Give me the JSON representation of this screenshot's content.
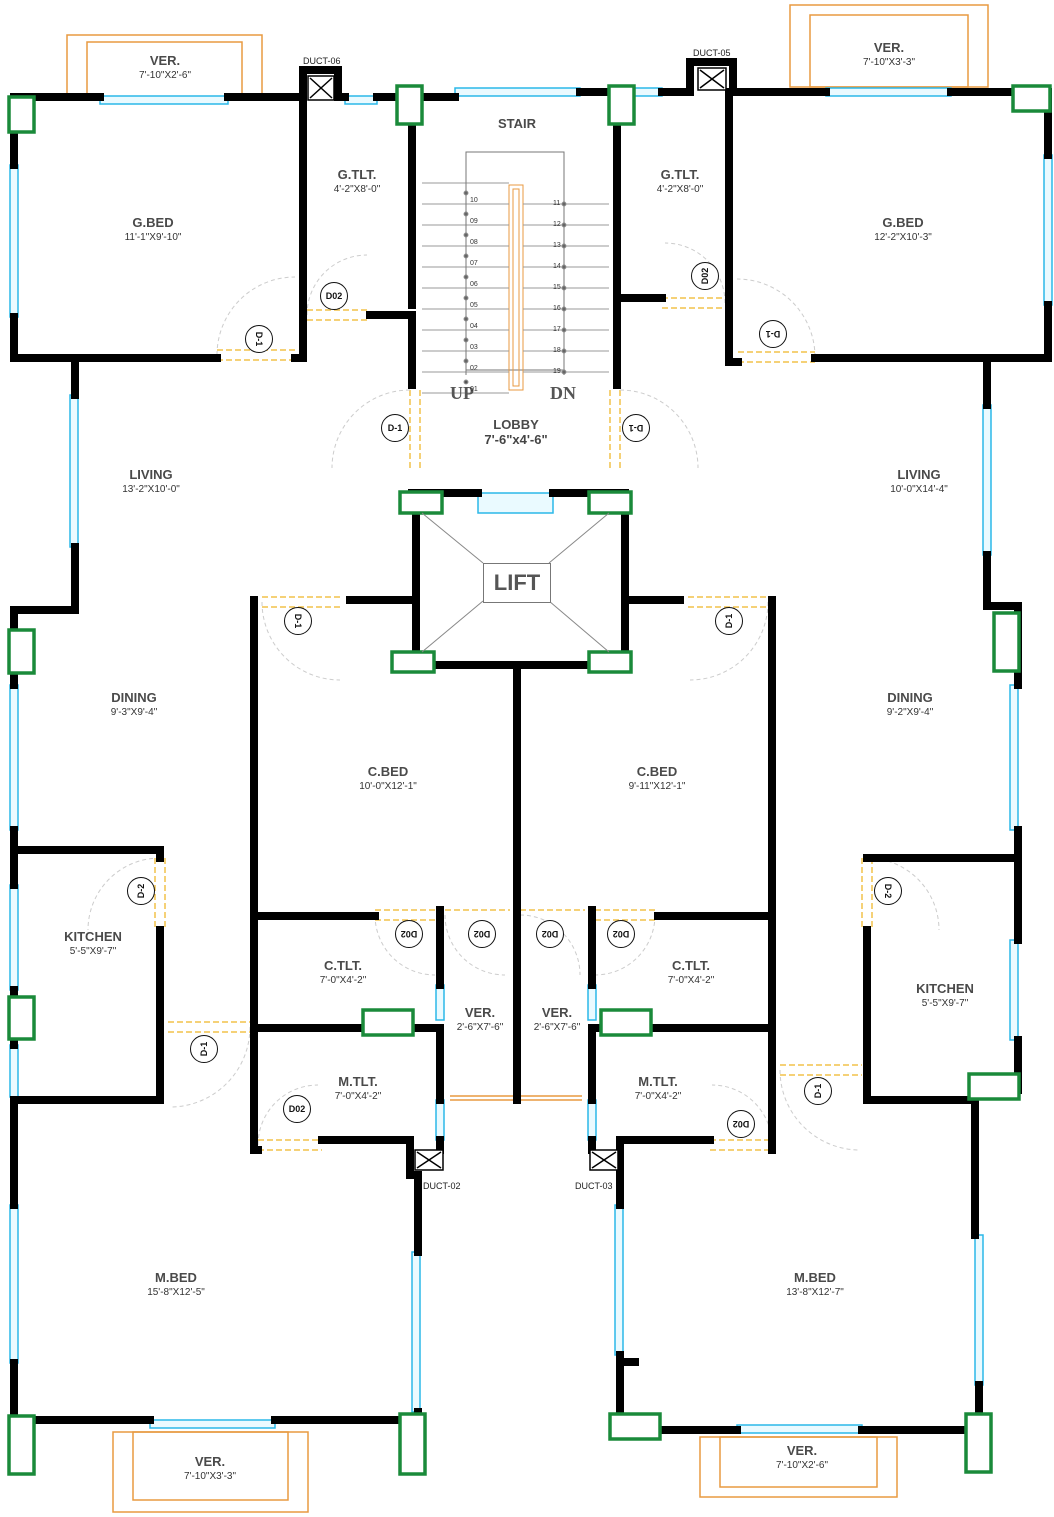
{
  "plan": {
    "rooms": [
      {
        "id": "ver-tl",
        "name": "VER.",
        "dim": "7'-10\"X2'-6\""
      },
      {
        "id": "ver-tr",
        "name": "VER.",
        "dim": "7'-10\"X3'-3\""
      },
      {
        "id": "gbed-l",
        "name": "G.BED",
        "dim": "11'-1\"X9'-10\""
      },
      {
        "id": "gbed-r",
        "name": "G.BED",
        "dim": "12'-2\"X10'-3\""
      },
      {
        "id": "gtlt-l",
        "name": "G.TLT.",
        "dim": "4'-2\"X8'-0\""
      },
      {
        "id": "gtlt-r",
        "name": "G.TLT.",
        "dim": "4'-2\"X8'-0\""
      },
      {
        "id": "stair",
        "name": "STAIR",
        "dim": ""
      },
      {
        "id": "living-l",
        "name": "LIVING",
        "dim": "13'-2\"X10'-0\""
      },
      {
        "id": "living-r",
        "name": "LIVING",
        "dim": "10'-0\"X14'-4\""
      },
      {
        "id": "dining-l",
        "name": "DINING",
        "dim": "9'-3\"X9'-4\""
      },
      {
        "id": "dining-r",
        "name": "DINING",
        "dim": "9'-2\"X9'-4\""
      },
      {
        "id": "cbed-l",
        "name": "C.BED",
        "dim": "10'-0\"X12'-1\""
      },
      {
        "id": "cbed-r",
        "name": "C.BED",
        "dim": "9'-11\"X12'-1\""
      },
      {
        "id": "kitchen-l",
        "name": "KITCHEN",
        "dim": "5'-5\"X9'-7\""
      },
      {
        "id": "kitchen-r",
        "name": "KITCHEN",
        "dim": "5'-5\"X9'-7\""
      },
      {
        "id": "ctlt-l",
        "name": "C.TLT.",
        "dim": "7'-0\"X4'-2\""
      },
      {
        "id": "ctlt-r",
        "name": "C.TLT.",
        "dim": "7'-0\"X4'-2\""
      },
      {
        "id": "ver-ml",
        "name": "VER.",
        "dim": "2'-6\"X7'-6\""
      },
      {
        "id": "ver-mr",
        "name": "VER.",
        "dim": "2'-6\"X7'-6\""
      },
      {
        "id": "mtlt-l",
        "name": "M.TLT.",
        "dim": "7'-0\"X4'-2\""
      },
      {
        "id": "mtlt-r",
        "name": "M.TLT.",
        "dim": "7'-0\"X4'-2\""
      },
      {
        "id": "mbed-l",
        "name": "M.BED",
        "dim": "15'-8\"X12'-5\""
      },
      {
        "id": "mbed-r",
        "name": "M.BED",
        "dim": "13'-8\"X12'-7\""
      },
      {
        "id": "ver-bl",
        "name": "VER.",
        "dim": "7'-10\"X3'-3\""
      },
      {
        "id": "ver-br",
        "name": "VER.",
        "dim": "7'-10\"X2'-6\""
      }
    ],
    "lobby": {
      "name": "LOBBY",
      "dim": "7'-6\"x4'-6\""
    },
    "lift": "LIFT",
    "up": "UP",
    "dn": "DN",
    "ducts": [
      "DUCT-06",
      "DUCT-05",
      "DUCT-02",
      "DUCT-03"
    ],
    "door_tags": [
      "D-1",
      "D-1",
      "D02",
      "D02",
      "D-1",
      "D-1",
      "D-1",
      "D-1",
      "D-2",
      "D-2",
      "D-1",
      "D-1",
      "D02",
      "D02",
      "D02",
      "D02",
      "D02",
      "D02"
    ],
    "steps_left": [
      "10",
      "09",
      "08",
      "07",
      "06",
      "05",
      "04",
      "03",
      "02",
      "01"
    ],
    "steps_right": [
      "11",
      "12",
      "13",
      "14",
      "15",
      "16",
      "17",
      "18",
      "19"
    ],
    "colors": {
      "wall": "#000000",
      "column": "#1a8a3a",
      "window": "#2bb8e8",
      "door": "#f2c24a",
      "verandah": "#e89a40",
      "text": "#4a4a4a"
    }
  }
}
